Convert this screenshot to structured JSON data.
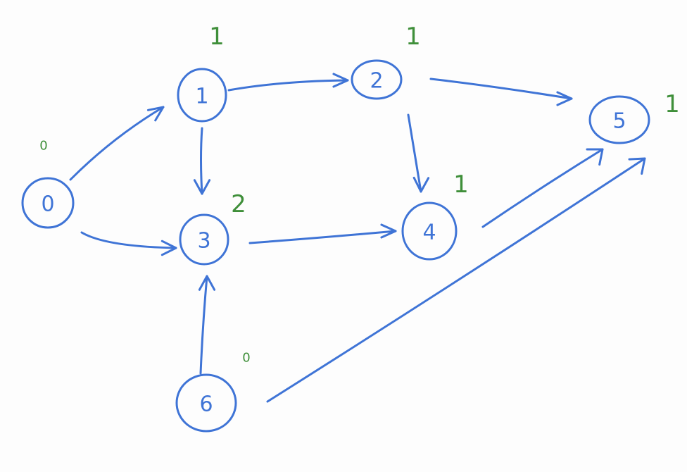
{
  "colors": {
    "ink_blue": "#3f74d6",
    "ink_green": "#3f8f3a",
    "background": "#fdfdfd"
  },
  "graph": {
    "nodes": [
      {
        "id": "0",
        "label": "0",
        "indegree": "0"
      },
      {
        "id": "1",
        "label": "1",
        "indegree": "1"
      },
      {
        "id": "2",
        "label": "2",
        "indegree": "1"
      },
      {
        "id": "3",
        "label": "3",
        "indegree": "2"
      },
      {
        "id": "4",
        "label": "4",
        "indegree": "1"
      },
      {
        "id": "5",
        "label": "5",
        "indegree": "1"
      },
      {
        "id": "6",
        "label": "6",
        "indegree": "0"
      }
    ],
    "edges": [
      {
        "from": "0",
        "to": "1"
      },
      {
        "from": "0",
        "to": "3"
      },
      {
        "from": "1",
        "to": "2"
      },
      {
        "from": "1",
        "to": "3"
      },
      {
        "from": "2",
        "to": "5"
      },
      {
        "from": "2",
        "to": "4"
      },
      {
        "from": "3",
        "to": "4"
      },
      {
        "from": "4",
        "to": "5"
      },
      {
        "from": "6",
        "to": "3"
      },
      {
        "from": "6",
        "to": "5"
      }
    ]
  }
}
